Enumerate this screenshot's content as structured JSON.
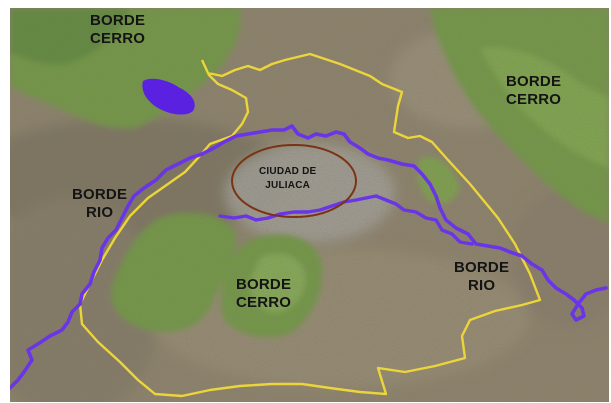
{
  "map": {
    "labels": {
      "cerro_northwest": {
        "line1": "BORDE",
        "line2": "CERRO"
      },
      "cerro_northeast": {
        "line1": "BORDE",
        "line2": "CERRO"
      },
      "rio_west": {
        "line1": "BORDE",
        "line2": "RIO"
      },
      "city": {
        "line1": "CIUDAD DE",
        "line2": "JULIACA"
      },
      "cerro_south": {
        "line1": "BORDE",
        "line2": "CERRO"
      },
      "rio_east": {
        "line1": "BORDE",
        "line2": "RIO"
      }
    },
    "colors": {
      "river": "#6a35e6",
      "boundary": "#ecd53a",
      "city_outline": "#7a3414",
      "vegetation": "#6f9e3f",
      "terrain": "#8f846d",
      "urban": "#a9a7a2",
      "lake": "#5a22e0"
    }
  }
}
